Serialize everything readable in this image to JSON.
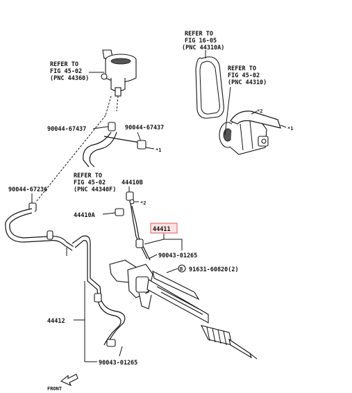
{
  "labels": {
    "refer_reservoir": [
      "REFER TO",
      "FIG 45-02",
      "(PNC 44360)"
    ],
    "refer_belt": [
      "REFER TO",
      "FIG 16-05",
      "(PNC 44310A)"
    ],
    "refer_pump": [
      "REFER TO",
      "FIG 45-02",
      "(PNC 44310)"
    ],
    "refer_gear": [
      "REFER TO",
      "FIG 45-02",
      "(PNC 44340F)"
    ],
    "clamp_left": "90044-67437",
    "clamp_right": "90044-67437",
    "clamp_far_left": "90044-67236",
    "part_44410b": "44410B",
    "part_44410a": "44410A",
    "part_44411": "44411",
    "part_90043_top": "90043-01265",
    "part_91631": "91631-60820(2)",
    "part_44412": "44412",
    "part_90043_bottom": "90043-01265",
    "front": "FRONT",
    "mark_star1_a": "*1",
    "mark_star1_b": "*1",
    "mark_star2_a": "*2",
    "mark_star2_b": "*2",
    "mark_b": "B"
  },
  "highlight": {
    "part": "44411",
    "color": "#e05a5a"
  }
}
